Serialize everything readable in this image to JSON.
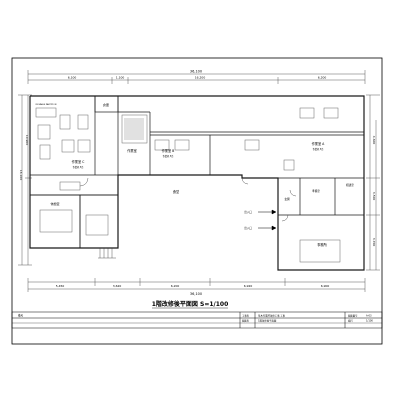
{
  "drawing": {
    "title": "1階改修後平面図 S=1/100",
    "overall_top": "36,100",
    "overall_bottom": "36,100",
    "top_dims": [
      "6,100",
      "1,100",
      "16,200",
      "6,200"
    ],
    "bottom_dims": [
      "5,450",
      "3,620",
      "6,200",
      "6,920",
      "6,900"
    ],
    "left_dims": [
      "10,900",
      "16,100"
    ],
    "right_dims": [
      "4,600",
      "3,500",
      "3,700"
    ],
    "rooms": [
      {
        "key": "r1",
        "name": "作業室 C",
        "sub": "作業机 5台"
      },
      {
        "key": "r2",
        "name": "作業室",
        "sub": ""
      },
      {
        "key": "r3",
        "name": "作業室 B",
        "sub": "作業机 5台"
      },
      {
        "key": "r4",
        "name": "作業室 A",
        "sub": "作業机 5台"
      },
      {
        "key": "r5",
        "name": "倉庫",
        "sub": ""
      },
      {
        "key": "r6",
        "name": "食堂",
        "sub": ""
      },
      {
        "key": "r7",
        "name": "休憩室",
        "sub": ""
      },
      {
        "key": "r8",
        "name": "事務所",
        "sub": ""
      },
      {
        "key": "r9",
        "name": "玄関",
        "sub": ""
      },
      {
        "key": "r10",
        "name": "準備室",
        "sub": ""
      },
      {
        "key": "r11",
        "name": "相談室",
        "sub": ""
      }
    ],
    "arrows": [
      {
        "label": "出入口"
      },
      {
        "label": "出入口"
      }
    ],
    "small_label": "MOVABLE PARTITION"
  },
  "title_block": {
    "header_left": "備考",
    "project_label": "工事名",
    "project_value": "草木作業所改修工事 工事",
    "drawing_label": "図面名",
    "drawing_value": "1階改修後平面図",
    "sheet_label": "図面番号",
    "sheet_value": "A-03",
    "scale_label": "縮尺",
    "scale_value": "1/100"
  },
  "colors": {
    "line": "#000000",
    "wall": "#1a1a1a",
    "furniture": "#666666",
    "dim": "#333333"
  }
}
